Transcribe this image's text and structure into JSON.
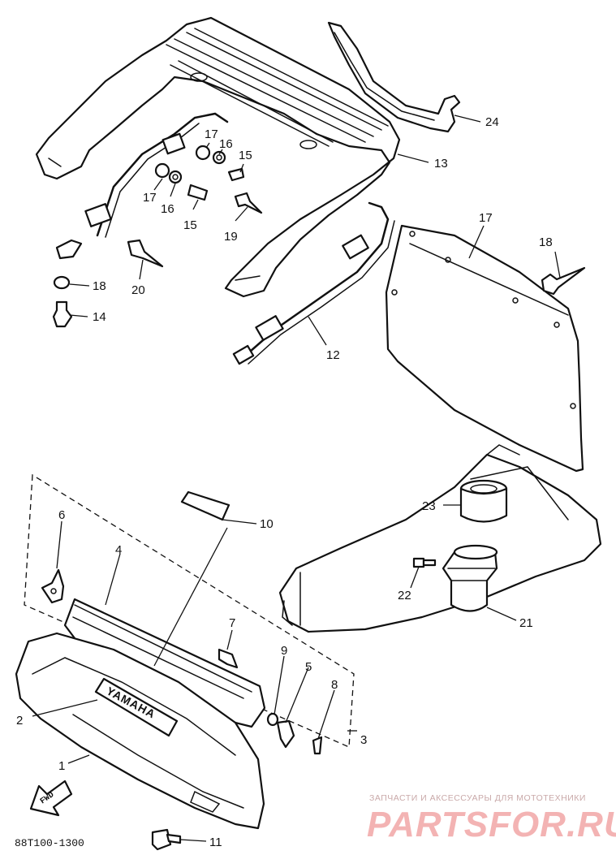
{
  "diagram": {
    "drawing_code": "88T100-1300",
    "fwd_arrow_label": "FWD",
    "emblem_text": "YAMAHA",
    "callouts": [
      {
        "id": "c1",
        "label": "1"
      },
      {
        "id": "c2",
        "label": "2"
      },
      {
        "id": "c3",
        "label": "3"
      },
      {
        "id": "c4",
        "label": "4"
      },
      {
        "id": "c5",
        "label": "5"
      },
      {
        "id": "c6",
        "label": "6"
      },
      {
        "id": "c7",
        "label": "7"
      },
      {
        "id": "c8",
        "label": "8"
      },
      {
        "id": "c9",
        "label": "9"
      },
      {
        "id": "c10",
        "label": "10"
      },
      {
        "id": "c11",
        "label": "11"
      },
      {
        "id": "c12",
        "label": "12"
      },
      {
        "id": "c13",
        "label": "13"
      },
      {
        "id": "c14",
        "label": "14"
      },
      {
        "id": "c15a",
        "label": "15"
      },
      {
        "id": "c15b",
        "label": "15"
      },
      {
        "id": "c16a",
        "label": "16"
      },
      {
        "id": "c16b",
        "label": "16"
      },
      {
        "id": "c17a",
        "label": "17"
      },
      {
        "id": "c17b",
        "label": "17"
      },
      {
        "id": "c17c",
        "label": "17"
      },
      {
        "id": "c18a",
        "label": "18"
      },
      {
        "id": "c18b",
        "label": "18"
      },
      {
        "id": "c19",
        "label": "19"
      },
      {
        "id": "c20",
        "label": "20"
      },
      {
        "id": "c21",
        "label": "21"
      },
      {
        "id": "c22",
        "label": "22"
      },
      {
        "id": "c23",
        "label": "23"
      },
      {
        "id": "c24",
        "label": "24"
      }
    ]
  },
  "watermark": {
    "tagline": "ЗАПЧАСТИ И АКСЕССУАРЫ ДЛЯ МОТОТЕХНИКИ",
    "brand": "PARTSFOR.RU"
  }
}
